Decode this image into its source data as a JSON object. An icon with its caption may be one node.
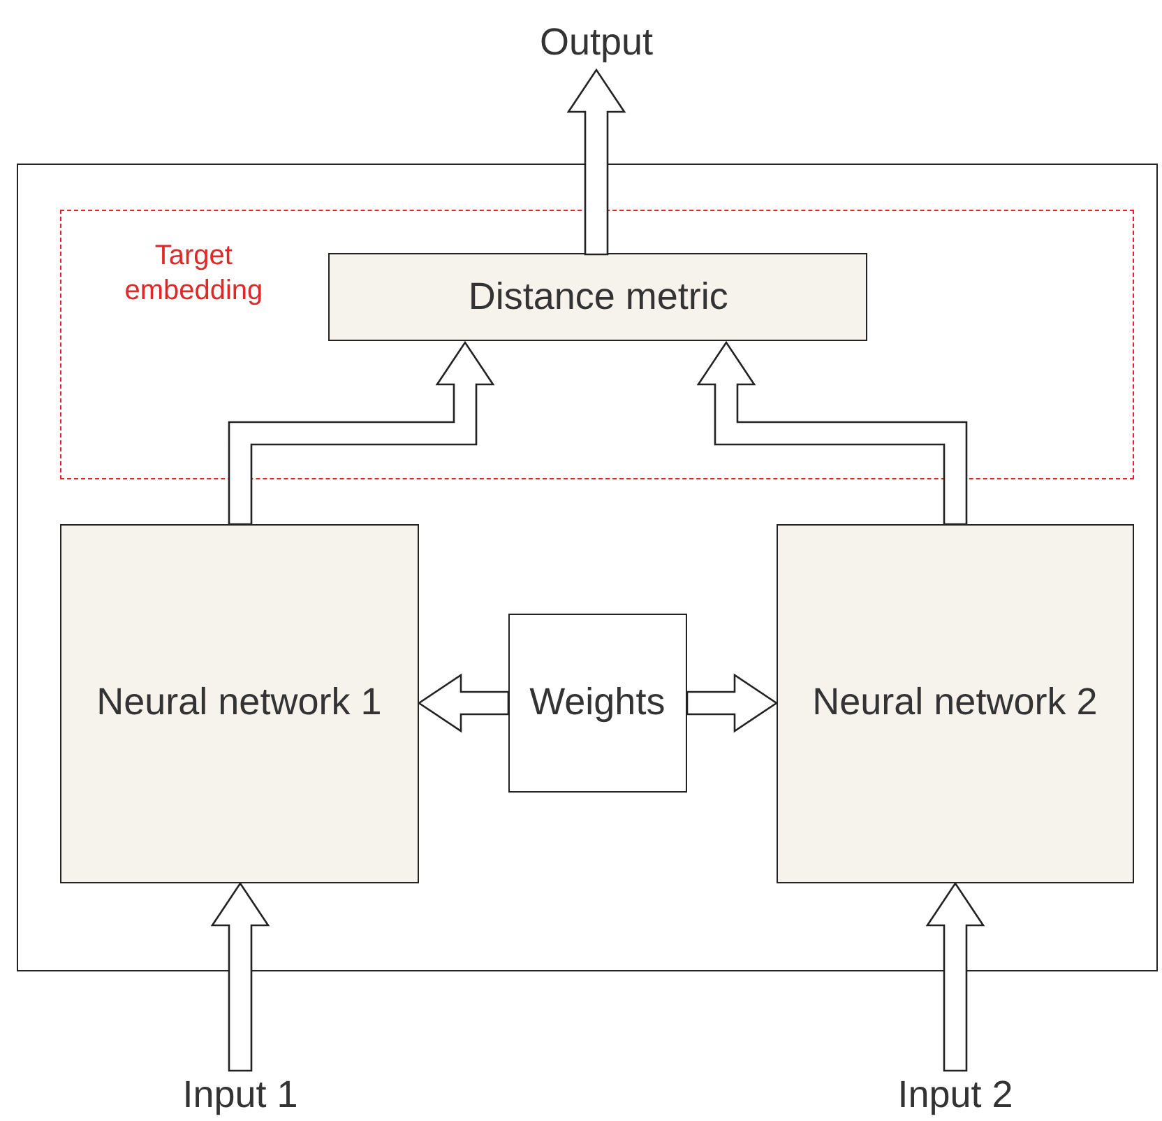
{
  "diagram": {
    "nodes": [
      {
        "text": [],
        "shape": "box"
      },
      {
        "text": [
          "Target embedding"
        ],
        "in": 0
      },
      {
        "text": [
          "Distance metric"
        ],
        "in": 1
      },
      {
        "text": [
          "Neural network 1"
        ],
        "in": 0
      },
      {
        "text": [
          "Weights"
        ],
        "in": 0
      },
      {
        "text": [
          "Neural network 2"
        ],
        "in": 0
      },
      {
        "text": [
          "Output"
        ]
      },
      {
        "text": [
          "Input 1"
        ]
      },
      {
        "text": [
          "Input 2"
        ]
      }
    ],
    "edges": [
      {
        "from": 2,
        "to": 6,
        "arrow": "to"
      },
      {
        "from": 3,
        "to": 2,
        "arrow": "to"
      },
      {
        "from": 5,
        "to": 2,
        "arrow": "to"
      },
      {
        "from": 4,
        "to": 3,
        "arrow": "to"
      },
      {
        "from": 4,
        "to": 5,
        "arrow": "to"
      },
      {
        "from": 7,
        "to": 3,
        "arrow": "to"
      },
      {
        "from": 8,
        "to": 5,
        "arrow": "to"
      }
    ]
  }
}
